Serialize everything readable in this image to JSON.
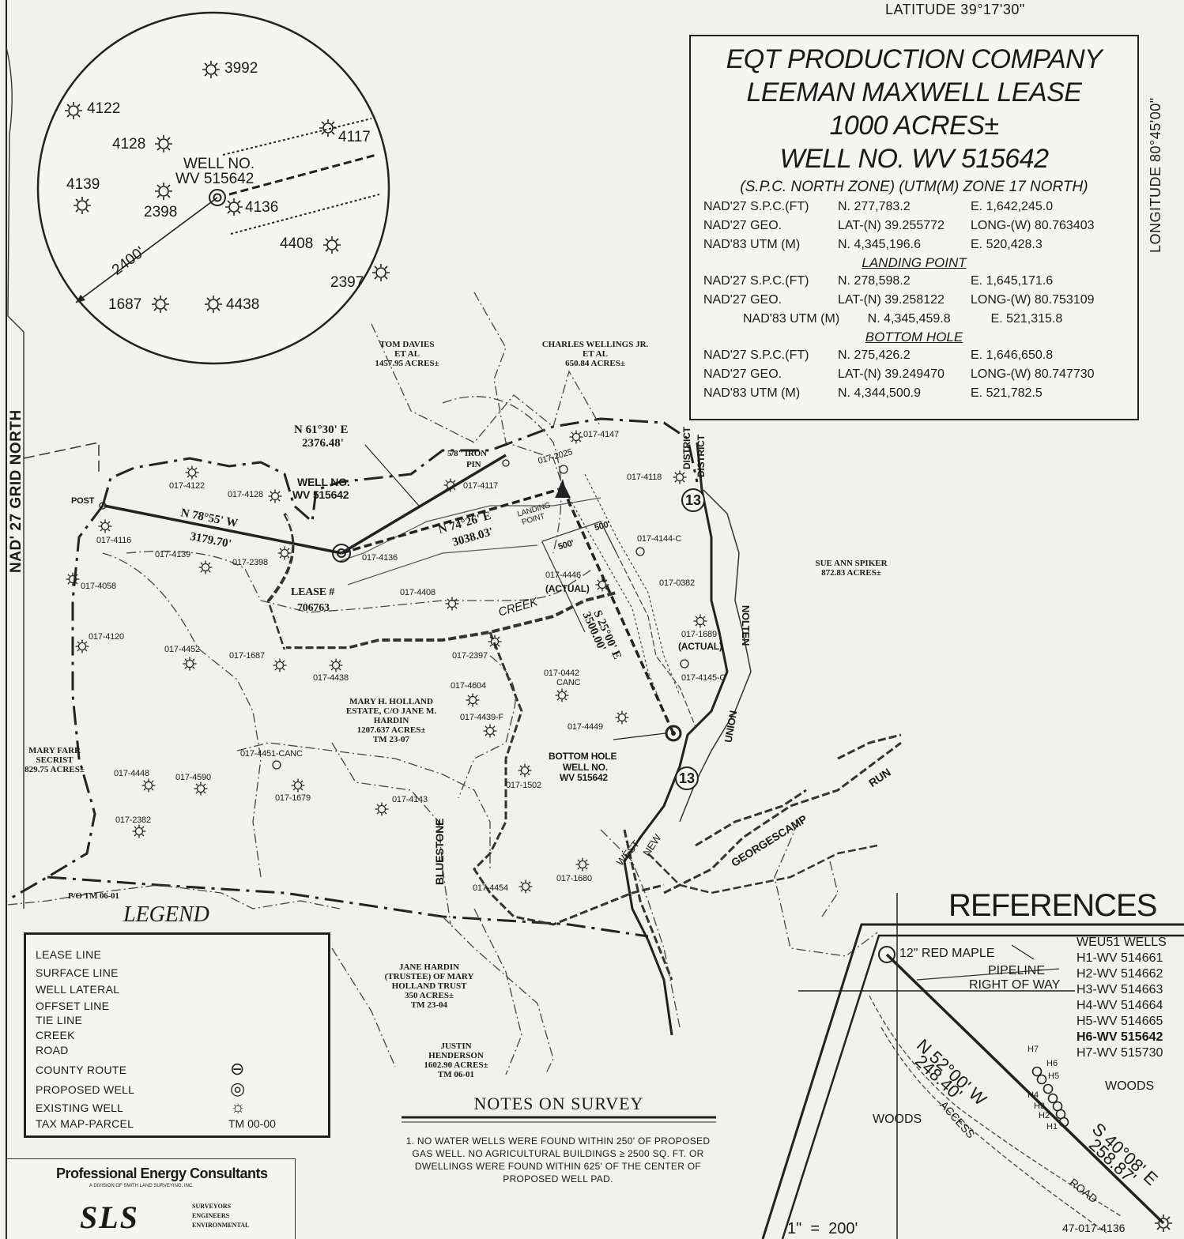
{
  "header": {
    "latitude": "LATITUDE  39°17'30\"",
    "longitude": "LONGITUDE  80°45'00\"",
    "grid_north": "NAD' 27 GRID NORTH"
  },
  "title_block": {
    "company": "EQT PRODUCTION COMPANY",
    "lease": "LEEMAN MAXWELL LEASE",
    "acres": "1000 ACRES±",
    "well": "WELL NO. WV 515642",
    "zones": "(S.P.C. NORTH ZONE) (UTM(M) ZONE 17 NORTH)",
    "surface": [
      [
        "NAD'27 S.P.C.(FT)",
        "N. 277,783.2",
        "E. 1,642,245.0"
      ],
      [
        "NAD'27 GEO.",
        "LAT-(N) 39.255772",
        "LONG-(W) 80.763403"
      ],
      [
        "NAD'83 UTM (M)",
        "N. 4,345,196.6",
        "E. 520,428.3"
      ]
    ],
    "landing_title": "LANDING POINT",
    "landing": [
      [
        "NAD'27 S.P.C.(FT)",
        "N. 278,598.2",
        "E. 1,645,171.6"
      ],
      [
        "NAD'27 GEO.",
        "LAT-(N) 39.258122",
        "LONG-(W) 80.753109"
      ],
      [
        "NAD'83 UTM (M)",
        "N. 4,345,459.8",
        "E. 521,315.8"
      ]
    ],
    "bottom_title": "BOTTOM HOLE",
    "bottom": [
      [
        "NAD'27 S.P.C.(FT)",
        "N. 275,426.2",
        "E. 1,646,650.8"
      ],
      [
        "NAD'27 GEO.",
        "LAT-(N) 39.249470",
        "LONG-(W) 80.747730"
      ],
      [
        "NAD'83 UTM (M)",
        "N. 4,344,500.9",
        "E. 521,782.5"
      ]
    ]
  },
  "inset": {
    "wells": [
      "3992",
      "4122",
      "4117",
      "4128",
      "4139",
      "2398",
      "4136",
      "4408",
      "2397",
      "1687",
      "4438"
    ],
    "well_label": "WELL NO.",
    "well_id": "WV 515642",
    "radius": "2400'"
  },
  "map": {
    "owners": {
      "tom_davies": [
        "TOM DAVIES",
        "ET AL",
        "1457.95 ACRES±"
      ],
      "charles": [
        "CHARLES WELLINGS JR.",
        "ET AL",
        "650.84 ACRES±"
      ],
      "sue_ann": [
        "SUE ANN SPIKER",
        "872.83 ACRES±"
      ],
      "mary_holland": [
        "MARY H. HOLLAND",
        "ESTATE, C/O JANE M.",
        "HARDIN",
        "1207.637 ACRES±",
        "TM 23-07"
      ],
      "mary_farr": [
        "MARY FARR",
        "SECRIST",
        "829.75 ACRES±"
      ],
      "jane_hardin": [
        "JANE HARDIN",
        "(TRUSTEE) OF MARY",
        "HOLLAND TRUST",
        "350 ACRES±",
        "TM 23-04"
      ],
      "justin": [
        "JUSTIN",
        "HENDERSON",
        "1602.90 ACRES±",
        "TM 06-01"
      ]
    },
    "bearings": {
      "ne_bearing": "N 61°30' E",
      "ne_dist": "2376.48'",
      "nw_bearing": "N 78°55' W",
      "nw_dist": "3179.70'",
      "lat_bearing": "N 74°26' E",
      "lat_dist": "3038.03'",
      "se_bearing": "S 25°00' E",
      "se_dist": "3500.00'"
    },
    "labels": {
      "iron_pin": "5/8\" IRON",
      "pin": "PIN",
      "post": "POST",
      "well_no": "WELL NO.",
      "well_id": "WV 515642",
      "lease_no": "LEASE #",
      "lease_num": "706763",
      "landing": "LANDING",
      "point": "POINT",
      "offset_1": "500'",
      "offset_2": "500'",
      "bottom_hole": "BOTTOM HOLE",
      "bh_well_no": "WELL NO.",
      "bh_well_id": "WV 515642",
      "creek": "CREEK",
      "bluestone": "BLUESTONE",
      "west": "WEST",
      "new": "NEW",
      "georgescamp": "GEORGESCAMP",
      "run": "RUN",
      "nolton": "NOLTEN",
      "union": "UNION",
      "district_1": "DISTRICT",
      "district_2": "DISTRICT",
      "route": "13",
      "po_tm": "P/O TM 06-01",
      "actual_1": "(ACTUAL)",
      "actual_2": "(ACTUAL)"
    },
    "wells": [
      "017-4147",
      "017-2025",
      "017-4118",
      "017-4122",
      "017-4128",
      "017-4117",
      "017-4116",
      "017-4139",
      "017-2398",
      "017-4136",
      "017-4144-C",
      "017-4058",
      "017-4446",
      "017-4408",
      "017-0382",
      "017-4120",
      "017-4452",
      "017-1687",
      "017-1689",
      "017-2397",
      "017-4438",
      "017-4145-C",
      "017-4604",
      "017-0442",
      "CANC",
      "017-4439-F",
      "017-4449",
      "017-4451-CANC",
      "017-4448",
      "017-4590",
      "017-1679",
      "017-2382",
      "017-4143",
      "017-1502",
      "017-4454",
      "017-1680"
    ]
  },
  "legend": {
    "title": "LEGEND",
    "items": [
      {
        "label": "LEASE LINE",
        "symbol": ""
      },
      {
        "label": "SURFACE LINE",
        "symbol": ""
      },
      {
        "label": "WELL LATERAL",
        "symbol": ""
      },
      {
        "label": "OFFSET LINE",
        "symbol": ""
      },
      {
        "label": "TIE LINE",
        "symbol": ""
      },
      {
        "label": "CREEK",
        "symbol": ""
      },
      {
        "label": "ROAD",
        "symbol": ""
      },
      {
        "label": "COUNTY ROUTE",
        "symbol": "⊖"
      },
      {
        "label": "PROPOSED WELL",
        "symbol": "◎"
      },
      {
        "label": "EXISTING WELL",
        "symbol": "☼"
      },
      {
        "label": "TAX MAP-PARCEL",
        "symbol": "TM 00-00"
      }
    ]
  },
  "references": {
    "title": "REFERENCES",
    "maple": "12\" RED MAPLE",
    "pipeline_1": "PIPELINE",
    "pipeline_2": "RIGHT OF WAY",
    "bearing_1": "N 52°00' W",
    "dist_1": "248.40'",
    "bearing_2": "S 40°08' E",
    "dist_2": "258.87'",
    "access": "ACCESS",
    "road": "ROAD",
    "woods_1": "WOODS",
    "woods_2": "WOODS",
    "scale": "1\"  =  200'",
    "corner_well": "47-017-4136",
    "wells_title": "WEU51 WELLS",
    "well_list": [
      "H1-WV 514661",
      "H2-WV 514662",
      "H3-WV 514663",
      "H4-WV 514664",
      "H5-WV 514665",
      "H6-WV 515642",
      "H7-WV 515730"
    ],
    "pad_labels": [
      "H7",
      "H6",
      "H5",
      "H4",
      "H3",
      "H2",
      "H1"
    ]
  },
  "notes": {
    "title": "NOTES ON SURVEY",
    "text": "1. NO WATER WELLS WERE FOUND WITHIN 250' OF PROPOSED GAS WELL. NO AGRICULTURAL BUILDINGS ≥ 2500 SQ. FT. OR DWELLINGS WERE FOUND WITHIN 625' OF THE CENTER OF PROPOSED WELL PAD."
  },
  "company_logo": {
    "name": "Professional Energy Consultants",
    "division": "A DIVISION OF SMITH LAND SURVEYING, INC.",
    "mark": "SLS",
    "services": [
      "SURVEYORS",
      "ENGINEERS",
      "ENVIRONMENTAL"
    ]
  }
}
